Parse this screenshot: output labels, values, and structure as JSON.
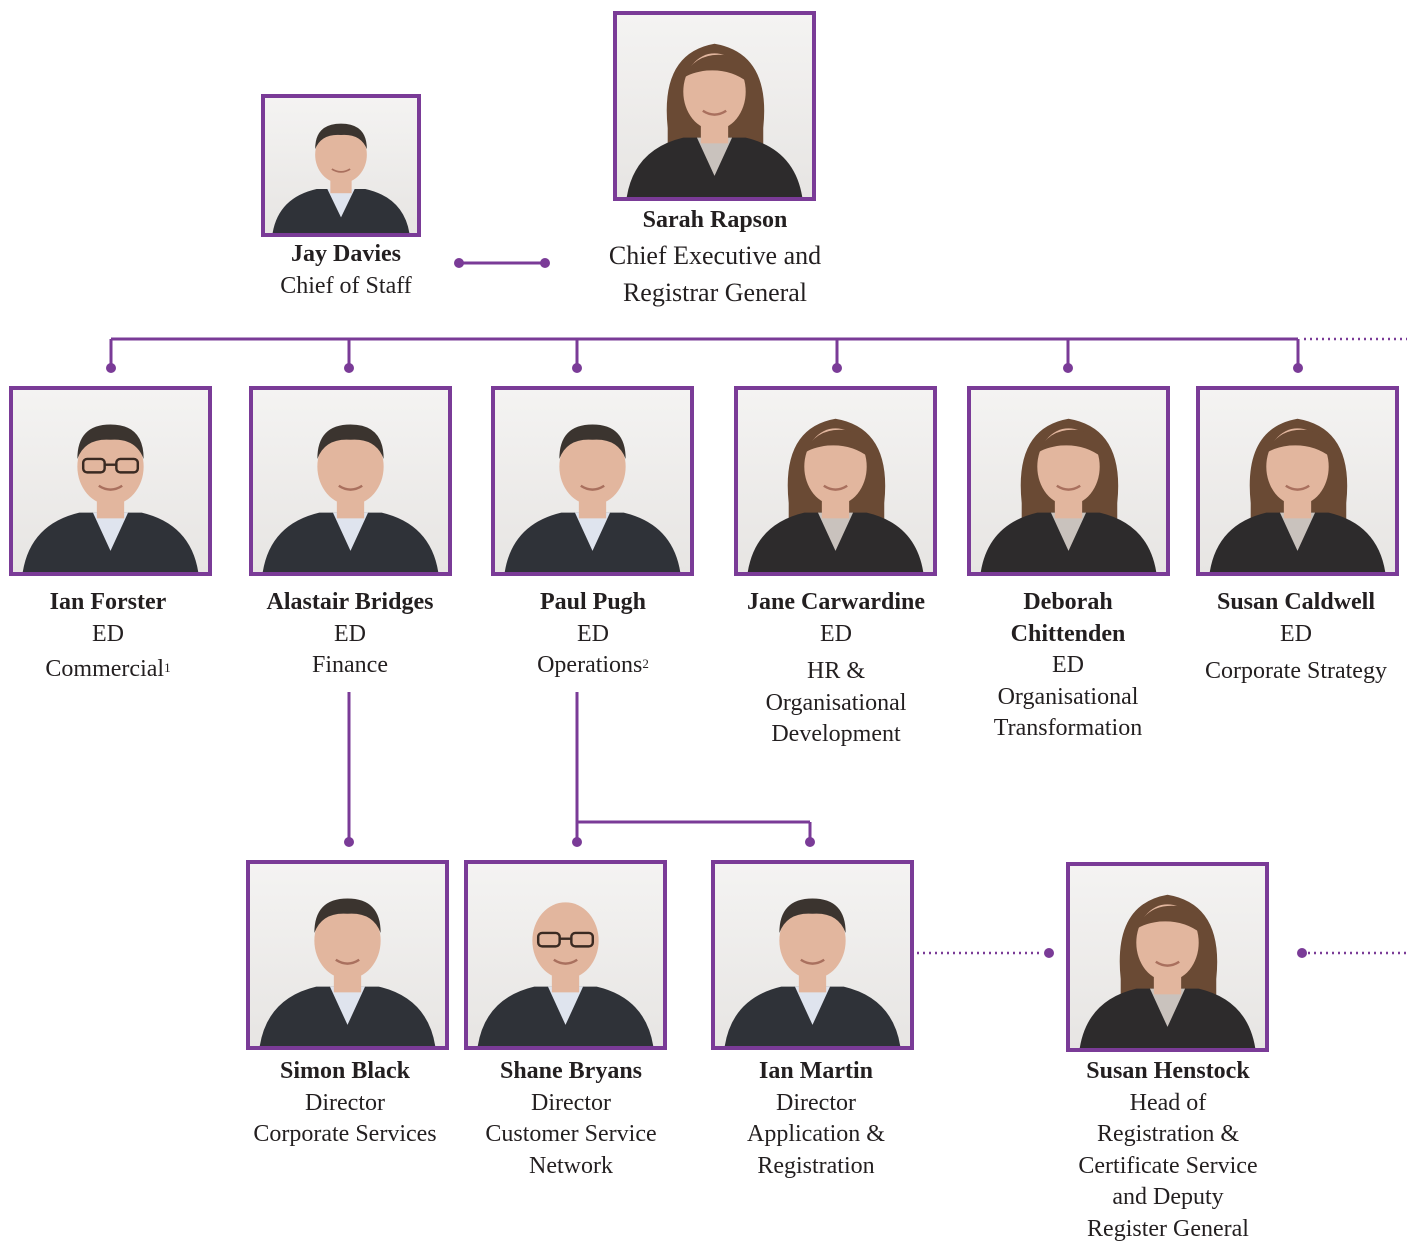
{
  "accent_color": "#7a3b97",
  "people": {
    "sarah": {
      "name": "Sarah Rapson",
      "lines": [
        "Chief Executive and",
        "Registrar General"
      ],
      "photo": "female-portrait"
    },
    "jay": {
      "name": "Jay Davies",
      "lines": [
        "Chief of Staff"
      ],
      "photo": "male-portrait"
    },
    "ian_forster": {
      "name": "Ian Forster",
      "lines": [
        "ED",
        "Commercial"
      ],
      "note": "1",
      "photo": "male-portrait-glasses"
    },
    "alastair": {
      "name": "Alastair Bridges",
      "lines": [
        "ED",
        "Finance"
      ],
      "photo": "male-portrait"
    },
    "paul": {
      "name": "Paul Pugh",
      "lines": [
        "ED",
        "Operations"
      ],
      "note": "2",
      "photo": "male-portrait"
    },
    "jane": {
      "name": "Jane Carwardine",
      "lines": [
        "ED",
        "HR &",
        "Organisational",
        "Development"
      ],
      "photo": "female-portrait"
    },
    "deborah": {
      "name": "Deborah",
      "name2": "Chittenden",
      "lines": [
        "ED",
        "Organisational",
        "Transformation"
      ],
      "photo": "female-portrait"
    },
    "susan_c": {
      "name": "Susan Caldwell",
      "lines": [
        "ED",
        "Corporate Strategy"
      ],
      "photo": "female-portrait"
    },
    "simon": {
      "name": "Simon Black",
      "lines": [
        "Director",
        "Corporate Services"
      ],
      "photo": "male-portrait"
    },
    "shane": {
      "name": "Shane Bryans",
      "lines": [
        "Director",
        "Customer Service",
        "Network"
      ],
      "photo": "male-portrait-glasses"
    },
    "ian_martin": {
      "name": "Ian Martin",
      "lines": [
        "Director",
        "Application &",
        "Registration"
      ],
      "photo": "male-portrait"
    },
    "susan_h": {
      "name": "Susan Henstock",
      "lines": [
        "Head of",
        "Registration &",
        "Certificate Service",
        "and Deputy",
        "Register General"
      ],
      "photo": "female-portrait"
    }
  }
}
